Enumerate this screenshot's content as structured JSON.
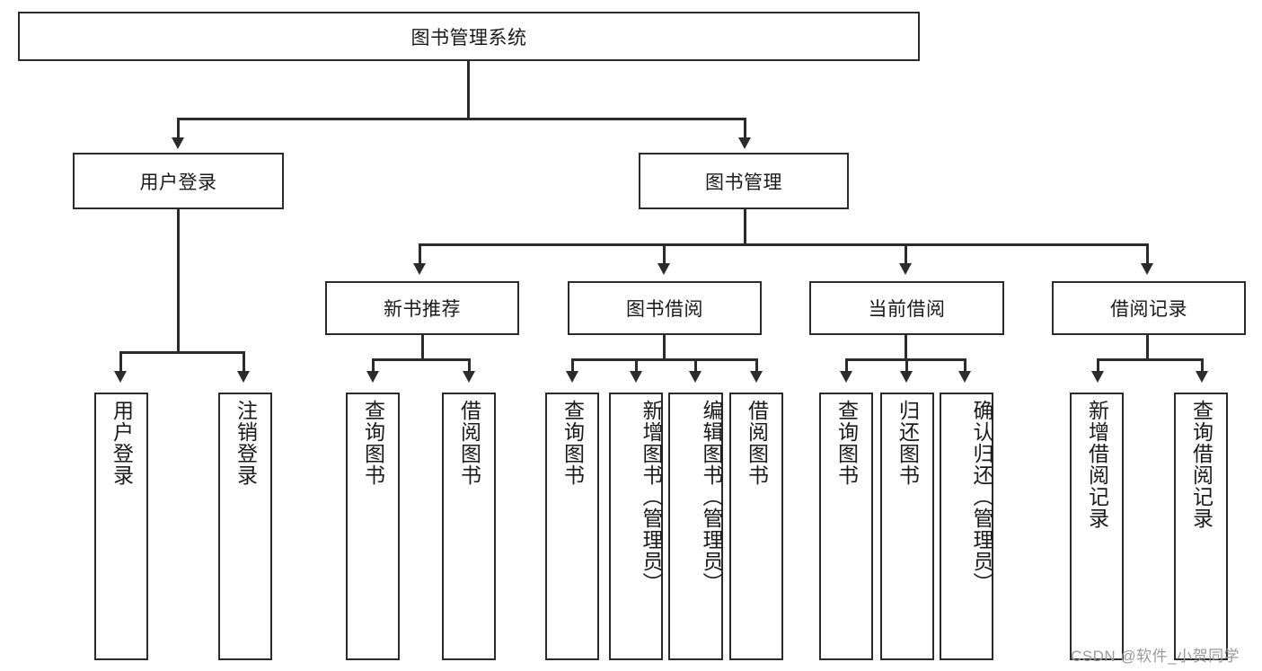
{
  "diagram": {
    "type": "tree-hierarchy-flowchart",
    "root": {
      "id": "root",
      "label": "图书管理系统"
    },
    "level2": [
      {
        "id": "user-login",
        "label": "用户登录"
      },
      {
        "id": "book-management",
        "label": "图书管理"
      }
    ],
    "level3": [
      {
        "id": "new-book-recommend",
        "label": "新书推荐",
        "parent": "book-management"
      },
      {
        "id": "book-borrow",
        "label": "图书借阅",
        "parent": "book-management"
      },
      {
        "id": "current-borrow",
        "label": "当前借阅",
        "parent": "book-management"
      },
      {
        "id": "borrow-record",
        "label": "借阅记录",
        "parent": "book-management"
      }
    ],
    "leaves": [
      {
        "id": "leaf-user-login",
        "label": "用户登录",
        "parent": "user-login"
      },
      {
        "id": "leaf-user-logout",
        "label": "注销登录",
        "parent": "user-login"
      },
      {
        "id": "leaf-query-book-1",
        "label": "查询图书",
        "parent": "new-book-recommend"
      },
      {
        "id": "leaf-borrow-book-1",
        "label": "借阅图书",
        "parent": "new-book-recommend"
      },
      {
        "id": "leaf-query-book-2",
        "label": "查询图书",
        "parent": "book-borrow"
      },
      {
        "id": "leaf-add-book",
        "label": "新增图书（管理员）",
        "parent": "book-borrow"
      },
      {
        "id": "leaf-edit-book",
        "label": "编辑图书（管理员）",
        "parent": "book-borrow"
      },
      {
        "id": "leaf-borrow-book-2",
        "label": "借阅图书",
        "parent": "book-borrow"
      },
      {
        "id": "leaf-query-book-3",
        "label": "查询图书",
        "parent": "current-borrow"
      },
      {
        "id": "leaf-return-book",
        "label": "归还图书",
        "parent": "current-borrow"
      },
      {
        "id": "leaf-confirm-return",
        "label": "确认归还（管理员）",
        "parent": "current-borrow"
      },
      {
        "id": "leaf-add-record",
        "label": "新增借阅记录",
        "parent": "borrow-record"
      },
      {
        "id": "leaf-query-record",
        "label": "查询借阅记录",
        "parent": "borrow-record"
      }
    ],
    "colors": {
      "stroke": "#2b2b2b",
      "fill": "#ffffff",
      "text": "#1a1a1a",
      "watermark": "#9a9a9a"
    }
  },
  "watermark": {
    "text": "CSDN @软件_小贺同学"
  }
}
